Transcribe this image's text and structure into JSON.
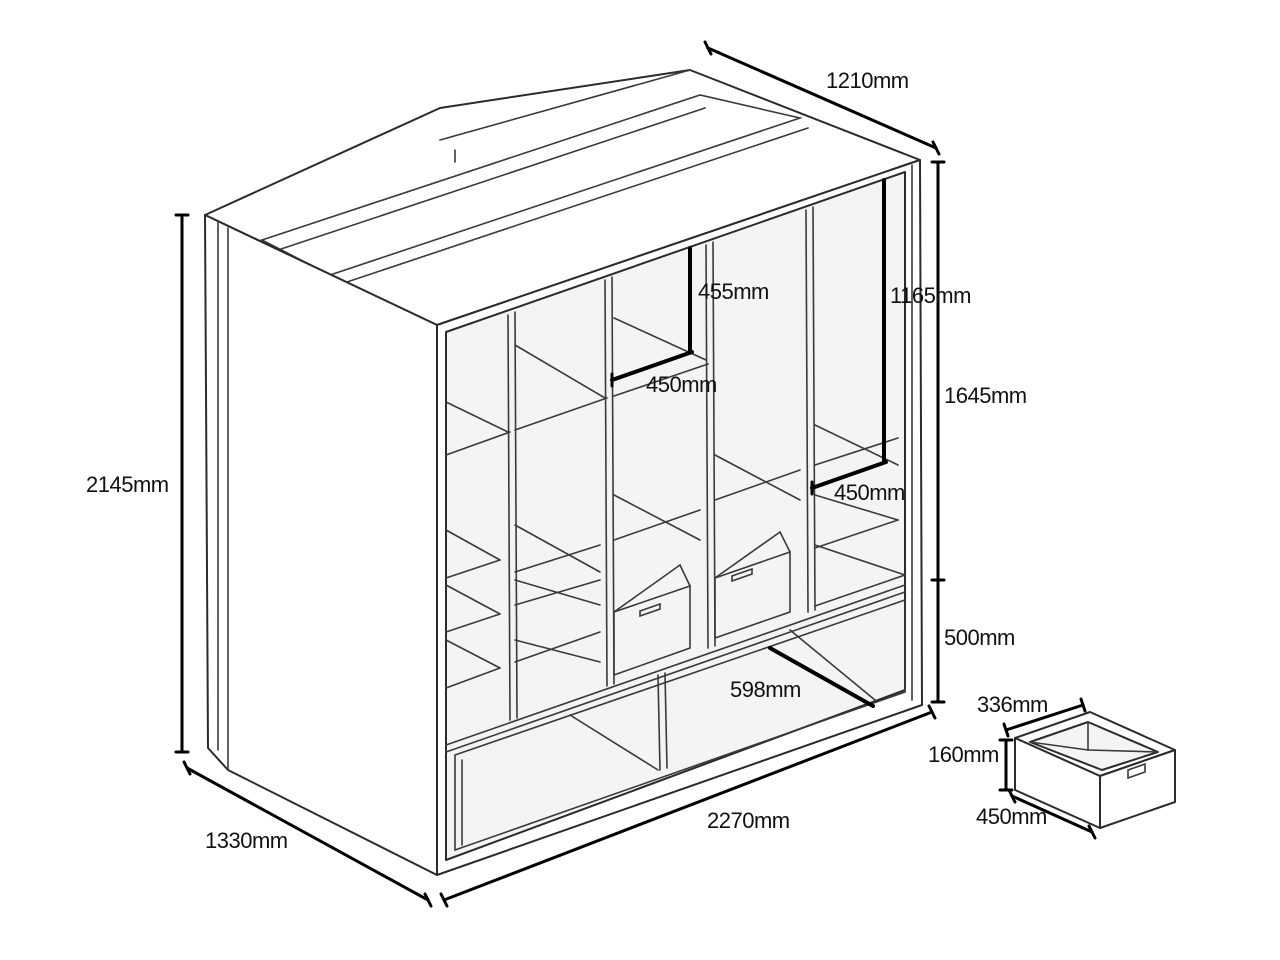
{
  "dimensions": {
    "top_depth": "1210mm",
    "total_height": "2145mm",
    "upper_height": "1645mm",
    "lower_height": "500mm",
    "side_depth": "1330mm",
    "total_width": "2270mm",
    "small_cell_height": "455mm",
    "small_cell_width": "450mm",
    "hanging_height": "1165mm",
    "hanging_width": "450mm",
    "bottom_compartment_width": "598mm",
    "drawer_depth": "336mm",
    "drawer_height": "160mm",
    "drawer_width": "450mm"
  }
}
